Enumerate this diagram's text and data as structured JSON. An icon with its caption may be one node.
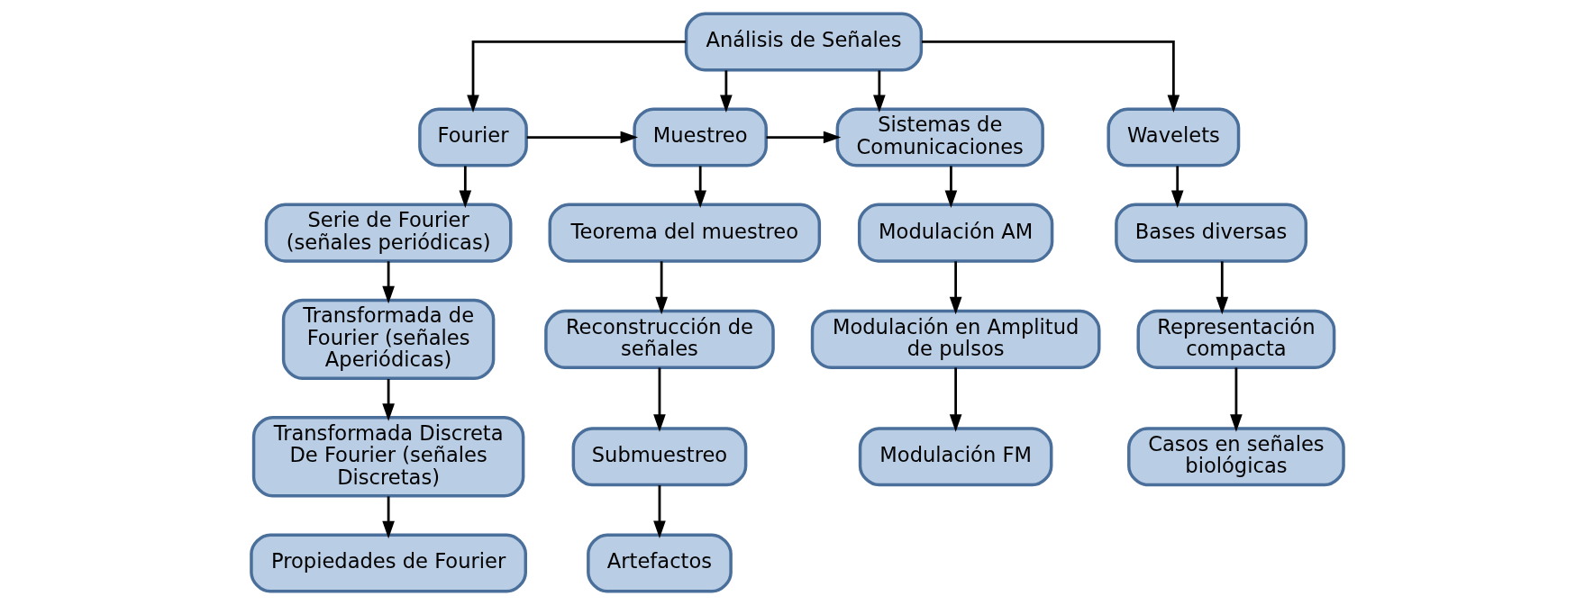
{
  "diagram": {
    "nodes": [
      {
        "text": [
          "Análisis de Señales"
        ]
      },
      {
        "text": [
          "Fourier"
        ]
      },
      {
        "text": [
          "Muestreo"
        ]
      },
      {
        "text": [
          "Sistemas de Comunicaciones"
        ]
      },
      {
        "text": [
          "Wavelets"
        ]
      },
      {
        "text": [
          "Serie de Fourier (señales periódicas)"
        ]
      },
      {
        "text": [
          "Transformada de Fourier (señales Aperiódicas)"
        ]
      },
      {
        "text": [
          "Transformada Discreta De Fourier (señales Discretas)"
        ]
      },
      {
        "text": [
          "Propiedades de Fourier"
        ]
      },
      {
        "text": [
          "Teorema del muestreo"
        ]
      },
      {
        "text": [
          "Reconstrucción de señales"
        ]
      },
      {
        "text": [
          "Submuestreo"
        ]
      },
      {
        "text": [
          "Artefactos"
        ]
      },
      {
        "text": [
          "Modulación AM"
        ]
      },
      {
        "text": [
          "Modulación en Amplitud de pulsos"
        ]
      },
      {
        "text": [
          "Modulación FM"
        ]
      },
      {
        "text": [
          "Bases diversas"
        ]
      },
      {
        "text": [
          "Representación compacta"
        ]
      },
      {
        "text": [
          "Casos en señales biológicas"
        ]
      }
    ],
    "edges": [
      {
        "from": 0,
        "to": 1,
        "arrow": "to"
      },
      {
        "from": 0,
        "to": 2,
        "arrow": "to"
      },
      {
        "from": 0,
        "to": 3,
        "arrow": "to"
      },
      {
        "from": 0,
        "to": 4,
        "arrow": "to"
      },
      {
        "from": 1,
        "to": 2,
        "arrow": "to"
      },
      {
        "from": 2,
        "to": 3,
        "arrow": "to"
      },
      {
        "from": 1,
        "to": 5,
        "arrow": "to"
      },
      {
        "from": 5,
        "to": 6,
        "arrow": "to"
      },
      {
        "from": 6,
        "to": 7,
        "arrow": "to"
      },
      {
        "from": 7,
        "to": 8,
        "arrow": "to"
      },
      {
        "from": 2,
        "to": 9,
        "arrow": "to"
      },
      {
        "from": 9,
        "to": 10,
        "arrow": "to"
      },
      {
        "from": 10,
        "to": 11,
        "arrow": "to"
      },
      {
        "from": 11,
        "to": 12,
        "arrow": "to"
      },
      {
        "from": 3,
        "to": 13,
        "arrow": "to"
      },
      {
        "from": 13,
        "to": 14,
        "arrow": "to"
      },
      {
        "from": 14,
        "to": 15,
        "arrow": "to"
      },
      {
        "from": 4,
        "to": 16,
        "arrow": "to"
      },
      {
        "from": 16,
        "to": 17,
        "arrow": "to"
      },
      {
        "from": 17,
        "to": 18,
        "arrow": "to"
      }
    ]
  }
}
